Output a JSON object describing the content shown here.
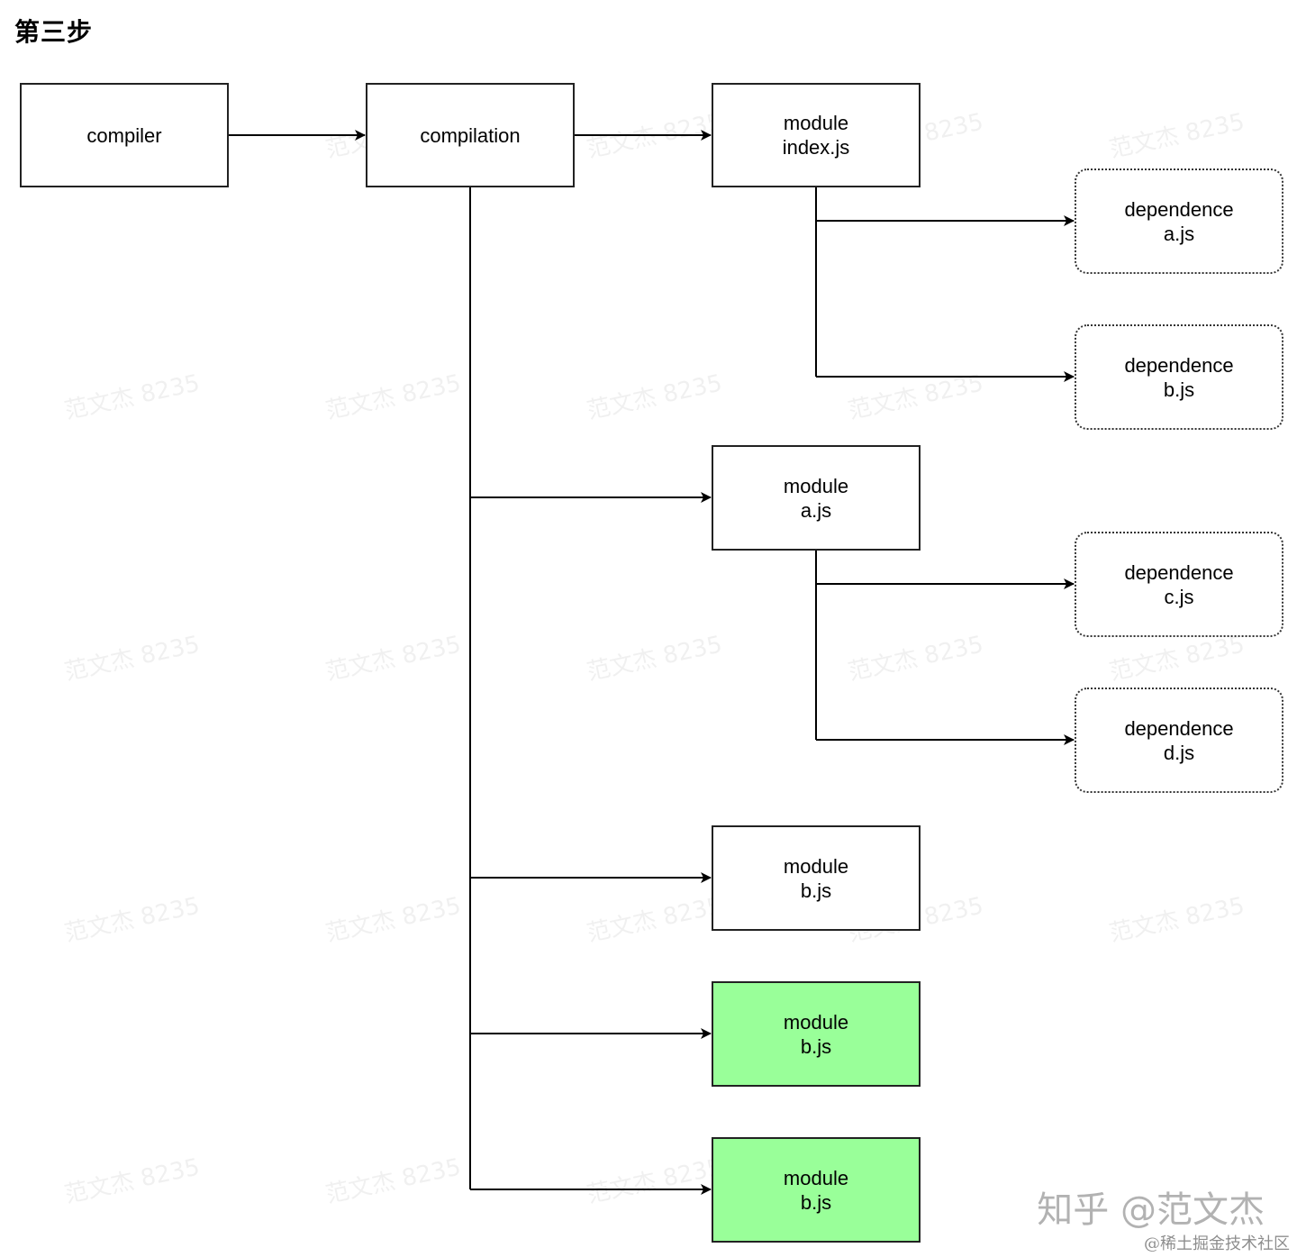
{
  "title": "第三步",
  "boxes": {
    "compiler": {
      "label": "compiler"
    },
    "compilation": {
      "label": "compilation"
    },
    "module_index": {
      "line1": "module",
      "line2": "index.js"
    },
    "dep_index_a": {
      "line1": "dependence",
      "line2": "a.js"
    },
    "dep_index_b": {
      "line1": "dependence",
      "line2": "b.js"
    },
    "module_a": {
      "line1": "module",
      "line2": "a.js"
    },
    "dep_a_c": {
      "line1": "dependence",
      "line2": "c.js"
    },
    "dep_a_d": {
      "line1": "dependence",
      "line2": "d.js"
    },
    "module_b": {
      "line1": "module",
      "line2": "b.js"
    },
    "module_b_green_1": {
      "line1": "module",
      "line2": "b.js"
    },
    "module_b_green_2": {
      "line1": "module",
      "line2": "b.js"
    }
  },
  "colors": {
    "stroke": "#000000",
    "new_module_fill": "#99ff99",
    "background": "#ffffff"
  },
  "watermark": {
    "text": "范文杰 8235"
  },
  "footer": {
    "watermark": "知乎 @范文杰",
    "credit": "@稀土掘金技术社区"
  }
}
